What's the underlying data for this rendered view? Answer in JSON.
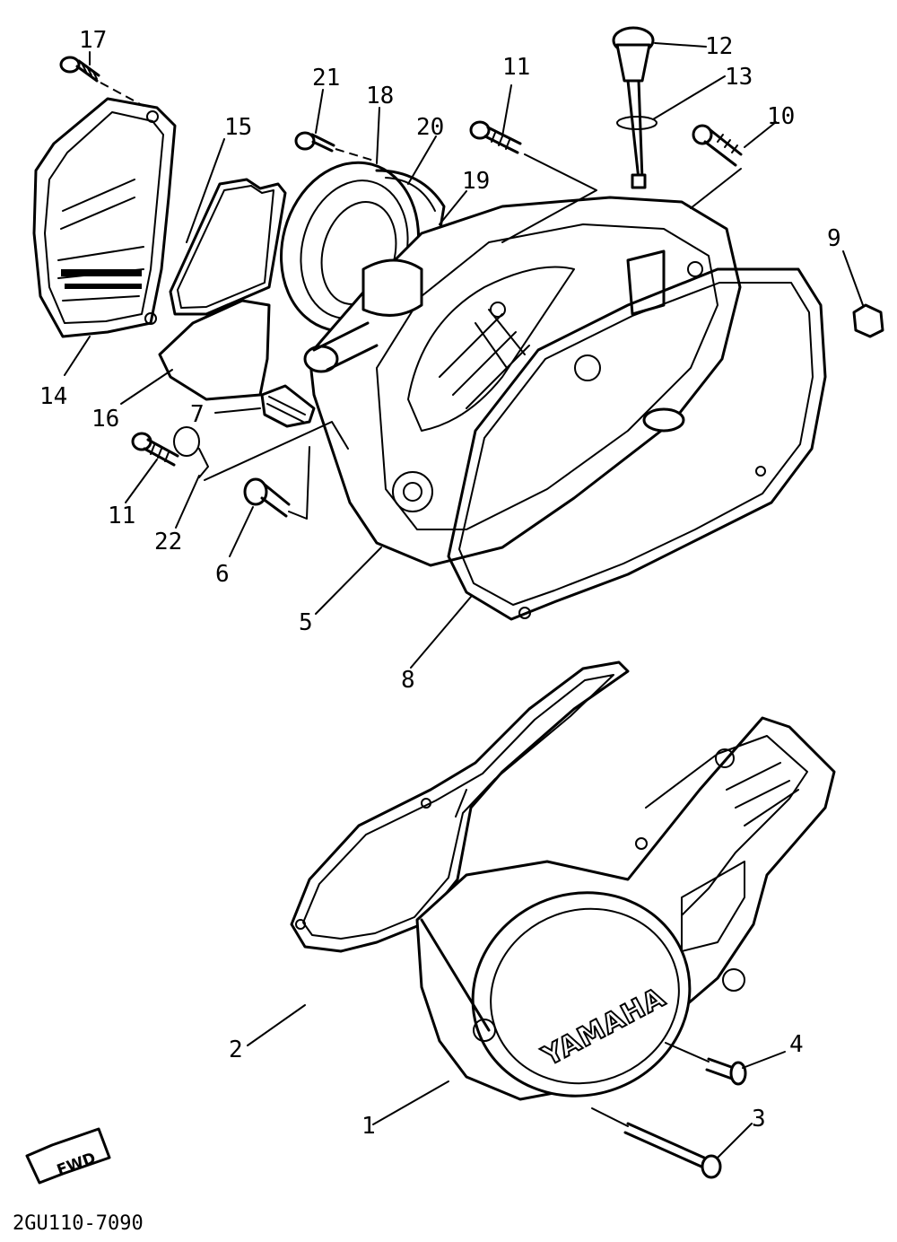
{
  "diagram": {
    "part_labels": {
      "p1": "1",
      "p2": "2",
      "p3": "3",
      "p4": "4",
      "p5": "5",
      "p6": "6",
      "p7": "7",
      "p8": "8",
      "p9": "9",
      "p10": "10",
      "p11a": "11",
      "p11b": "11",
      "p12": "12",
      "p13": "13",
      "p14": "14",
      "p15": "15",
      "p16": "16",
      "p17": "17",
      "p18": "18",
      "p19": "19",
      "p20": "20",
      "p21": "21",
      "p22": "22"
    },
    "cover_brand": "YAMAHA",
    "direction_badge": "FWD",
    "drawing_code": "2GU110-7090"
  }
}
